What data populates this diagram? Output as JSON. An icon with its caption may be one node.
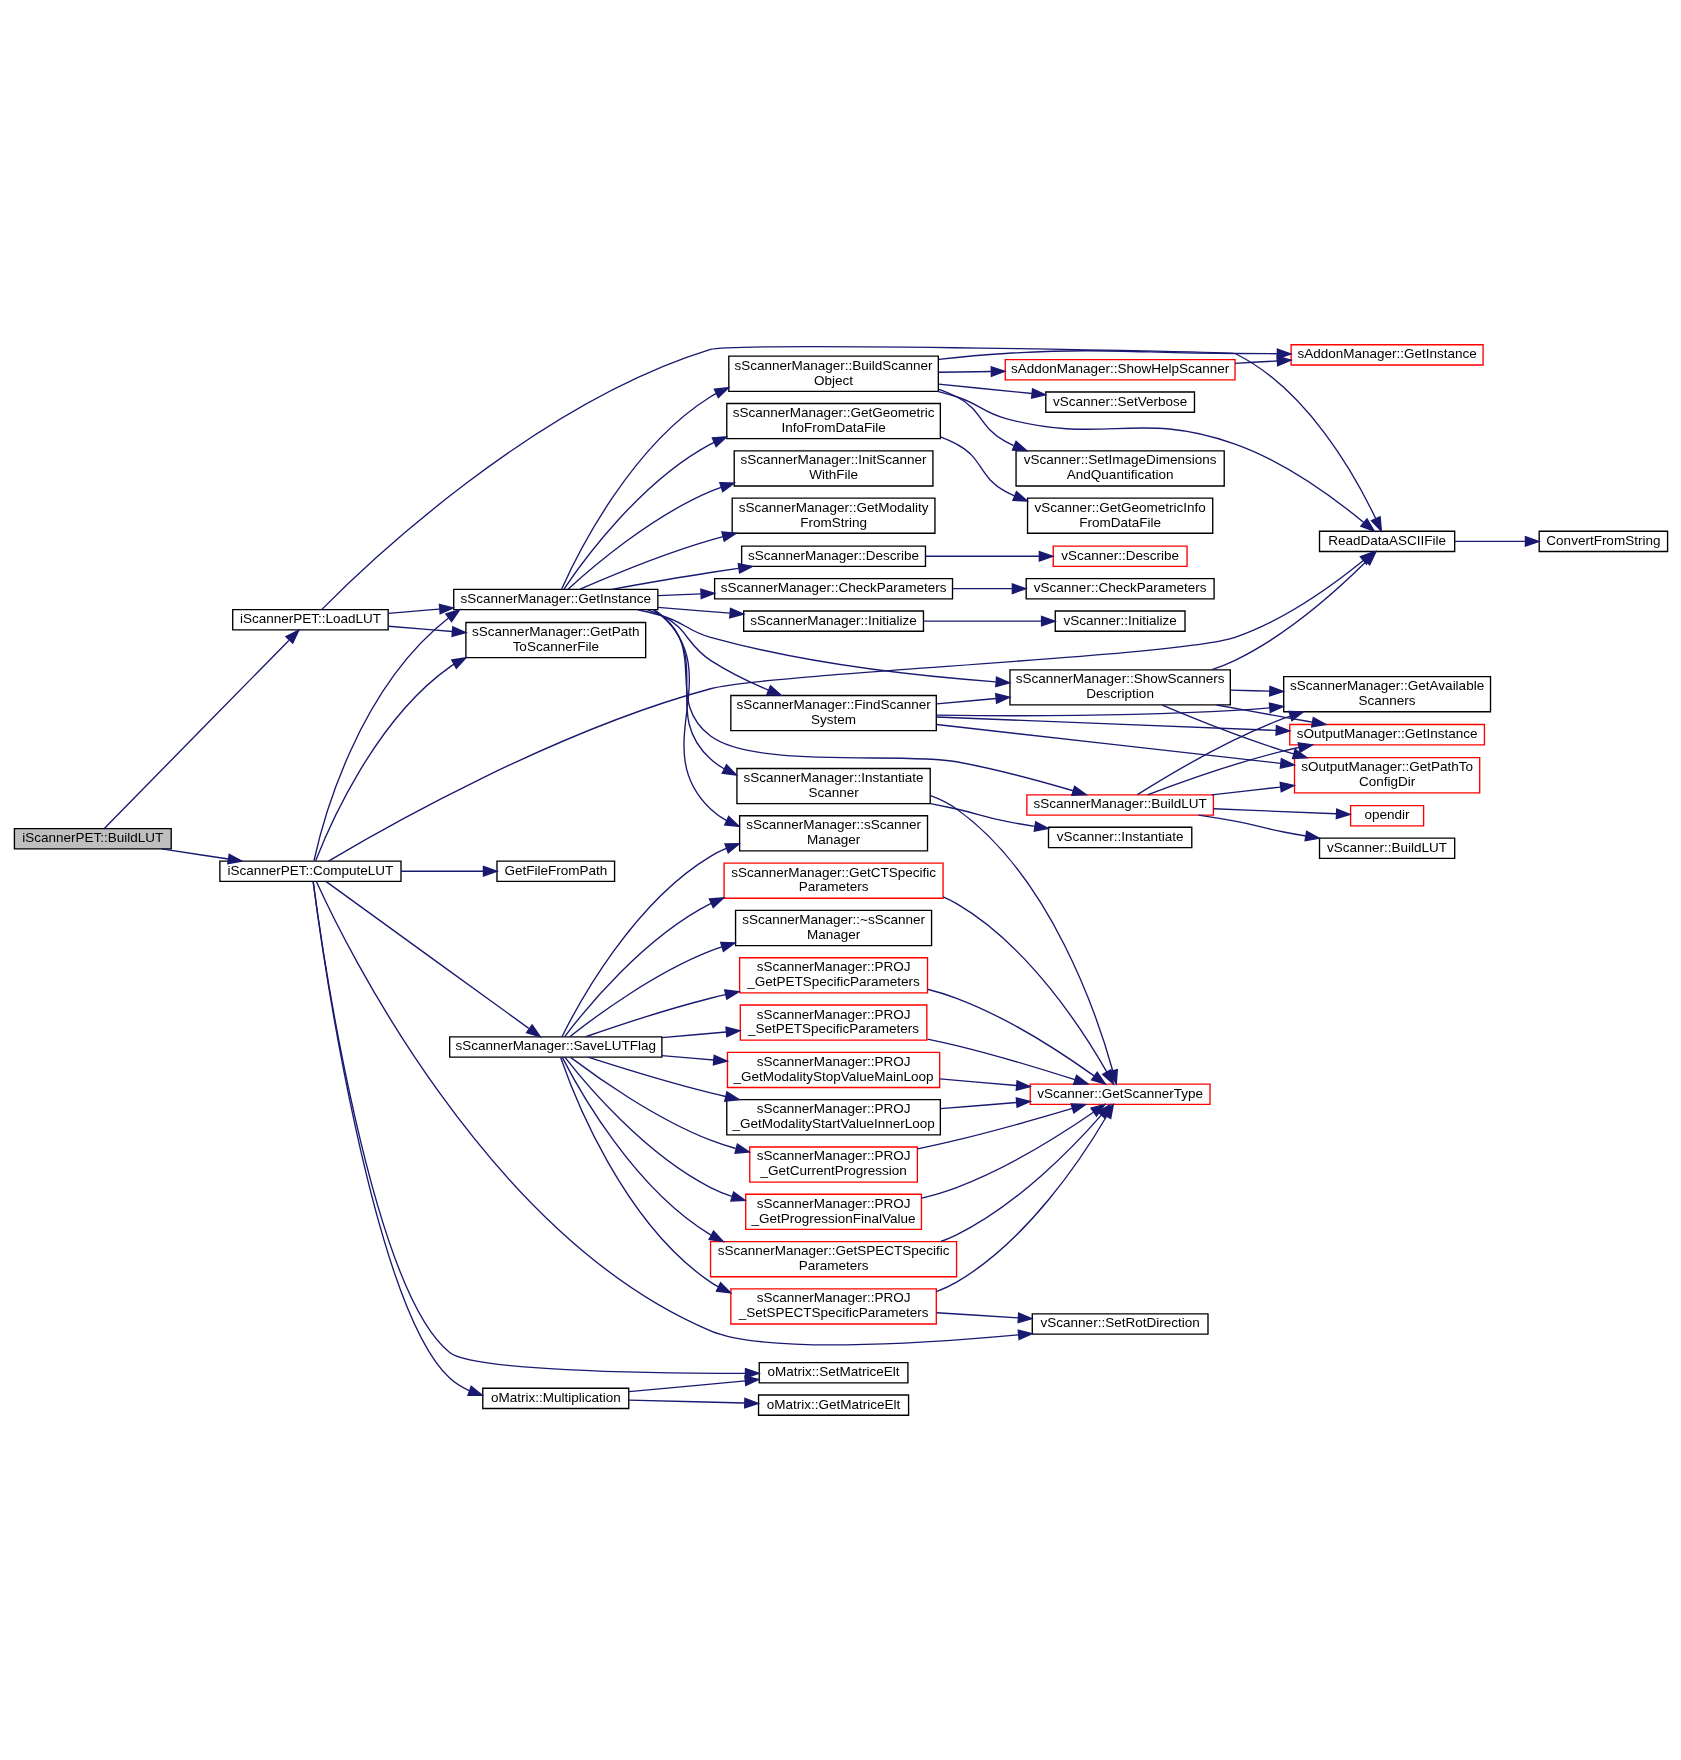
{
  "diagram": {
    "nodes": [
      {
        "text": [
          "iScannerPET::BuildLUT"
        ]
      },
      {
        "text": [
          "iScannerPET::LoadLUT"
        ]
      },
      {
        "text": [
          "iScannerPET::ComputeLUT"
        ]
      },
      {
        "text": [
          "sScannerManager::GetPath ToScannerFile"
        ]
      },
      {
        "text": [
          "sScannerManager::GetInstance"
        ]
      },
      {
        "text": [
          "ReadDataASCIIFile"
        ]
      },
      {
        "text": [
          "ConvertFromString"
        ]
      },
      {
        "text": [
          "sScannerManager::BuildScanner Object"
        ]
      },
      {
        "text": [
          "sAddonManager::ShowHelpScanner"
        ]
      },
      {
        "text": [
          "sAddonManager::GetInstance"
        ]
      },
      {
        "text": [
          "vScanner::SetVerbose"
        ]
      },
      {
        "text": [
          "vScanner::SetImageDimensions AndQuantification"
        ]
      },
      {
        "text": [
          "sScannerManager::InitScanner WithFile"
        ]
      },
      {
        "text": [
          "sScannerManager::GetModality FromString"
        ]
      },
      {
        "text": [
          "sScannerManager::GetGeometric InfoFromDataFile"
        ]
      },
      {
        "text": [
          "vScanner::GetGeometricInfo FromDataFile"
        ]
      },
      {
        "text": [
          "sScannerManager::Describe"
        ]
      },
      {
        "text": [
          "vScanner::Describe"
        ]
      },
      {
        "text": [
          "sScannerManager::CheckParameters"
        ]
      },
      {
        "text": [
          "vScanner::CheckParameters"
        ]
      },
      {
        "text": [
          "sScannerManager::Initialize"
        ]
      },
      {
        "text": [
          "vScanner::Initialize"
        ]
      },
      {
        "text": [
          "sScannerManager::FindScanner System"
        ]
      },
      {
        "text": [
          "sScannerManager::ShowScanners Description"
        ]
      },
      {
        "text": [
          "sOutputManager::GetPathTo ConfigDir"
        ]
      },
      {
        "text": [
          "sOutputManager::GetInstance"
        ]
      },
      {
        "text": [
          "sScannerManager::GetAvailable Scanners"
        ]
      },
      {
        "text": [
          "sScannerManager::BuildLUT"
        ]
      },
      {
        "text": [
          "opendir"
        ]
      },
      {
        "text": [
          "vScanner::BuildLUT"
        ]
      },
      {
        "text": [
          "sScannerManager::Instantiate Scanner"
        ]
      },
      {
        "text": [
          "vScanner::Instantiate"
        ]
      },
      {
        "text": [
          "sScannerManager::sScanner Manager"
        ]
      },
      {
        "text": [
          "sScannerManager::PROJ _GetCurrentProgression"
        ]
      },
      {
        "text": [
          "sScannerManager::PROJ _GetProgressionFinalValue"
        ]
      },
      {
        "text": [
          "sScannerManager::GetSPECTSpecific Parameters"
        ]
      },
      {
        "text": [
          "sScannerManager::GetCTSpecific Parameters"
        ]
      },
      {
        "text": [
          "sScannerManager::PROJ _GetPETSpecificParameters"
        ]
      },
      {
        "text": [
          "sScannerManager::PROJ _SetPETSpecificParameters"
        ]
      },
      {
        "text": [
          "sScannerManager::~sScanner Manager"
        ]
      },
      {
        "text": [
          "sScannerManager::PROJ _GetModalityStopValueMainLoop"
        ]
      },
      {
        "text": [
          "sScannerManager::PROJ _GetModalityStartValueInnerLoop"
        ]
      },
      {
        "text": [
          "sScannerManager::PROJ _SetSPECTSpecificParameters"
        ]
      },
      {
        "text": [
          "vScanner::GetScannerType"
        ]
      },
      {
        "text": [
          "vScanner::SetRotDirection"
        ]
      },
      {
        "text": [
          "sScannerManager::SaveLUTFlag"
        ]
      },
      {
        "text": [
          "oMatrix::SetMatriceElt"
        ]
      },
      {
        "text": [
          "oMatrix::Multiplication"
        ]
      },
      {
        "text": [
          "oMatrix::GetMatriceElt"
        ]
      },
      {
        "text": [
          "GetFileFromPath"
        ]
      }
    ],
    "edges": [
      {
        "from": 0,
        "to": 1,
        "arrow": "to"
      },
      {
        "from": 0,
        "to": 2,
        "arrow": "to"
      },
      {
        "from": 1,
        "to": 5,
        "arrow": "to"
      },
      {
        "from": 1,
        "to": 3,
        "arrow": "to"
      },
      {
        "from": 1,
        "to": 4,
        "arrow": "to"
      },
      {
        "from": 2,
        "to": 3,
        "arrow": "to"
      },
      {
        "from": 2,
        "to": 4,
        "arrow": "to"
      },
      {
        "from": 2,
        "to": 5,
        "arrow": "to"
      },
      {
        "from": 2,
        "to": 45,
        "arrow": "to"
      },
      {
        "from": 2,
        "to": 44,
        "arrow": "to"
      },
      {
        "from": 2,
        "to": 46,
        "arrow": "to"
      },
      {
        "from": 2,
        "to": 47,
        "arrow": "to"
      },
      {
        "from": 2,
        "to": 49,
        "arrow": "to"
      },
      {
        "from": 4,
        "to": 7,
        "arrow": "to"
      },
      {
        "from": 4,
        "to": 12,
        "arrow": "to"
      },
      {
        "from": 4,
        "to": 13,
        "arrow": "to"
      },
      {
        "from": 4,
        "to": 14,
        "arrow": "to"
      },
      {
        "from": 4,
        "to": 16,
        "arrow": "to"
      },
      {
        "from": 4,
        "to": 18,
        "arrow": "to"
      },
      {
        "from": 4,
        "to": 20,
        "arrow": "to"
      },
      {
        "from": 4,
        "to": 22,
        "arrow": "to"
      },
      {
        "from": 4,
        "to": 23,
        "arrow": "to"
      },
      {
        "from": 4,
        "to": 27,
        "arrow": "to"
      },
      {
        "from": 4,
        "to": 30,
        "arrow": "to"
      },
      {
        "from": 4,
        "to": 32,
        "arrow": "to"
      },
      {
        "from": 5,
        "to": 6,
        "arrow": "to"
      },
      {
        "from": 7,
        "to": 8,
        "arrow": "to"
      },
      {
        "from": 7,
        "to": 9,
        "arrow": "to"
      },
      {
        "from": 7,
        "to": 5,
        "arrow": "to"
      },
      {
        "from": 7,
        "to": 10,
        "arrow": "to"
      },
      {
        "from": 7,
        "to": 11,
        "arrow": "to"
      },
      {
        "from": 8,
        "to": 9,
        "arrow": "to"
      },
      {
        "from": 14,
        "to": 15,
        "arrow": "to"
      },
      {
        "from": 16,
        "to": 17,
        "arrow": "to"
      },
      {
        "from": 18,
        "to": 19,
        "arrow": "to"
      },
      {
        "from": 20,
        "to": 21,
        "arrow": "to"
      },
      {
        "from": 22,
        "to": 23,
        "arrow": "to"
      },
      {
        "from": 22,
        "to": 24,
        "arrow": "to"
      },
      {
        "from": 22,
        "to": 25,
        "arrow": "to"
      },
      {
        "from": 22,
        "to": 26,
        "arrow": "to"
      },
      {
        "from": 23,
        "to": 5,
        "arrow": "to"
      },
      {
        "from": 23,
        "to": 24,
        "arrow": "to"
      },
      {
        "from": 23,
        "to": 25,
        "arrow": "to"
      },
      {
        "from": 23,
        "to": 26,
        "arrow": "to"
      },
      {
        "from": 27,
        "to": 24,
        "arrow": "to"
      },
      {
        "from": 27,
        "to": 25,
        "arrow": "to"
      },
      {
        "from": 27,
        "to": 26,
        "arrow": "to"
      },
      {
        "from": 27,
        "to": 28,
        "arrow": "to"
      },
      {
        "from": 27,
        "to": 29,
        "arrow": "to"
      },
      {
        "from": 30,
        "to": 31,
        "arrow": "to"
      },
      {
        "from": 30,
        "to": 43,
        "arrow": "to"
      },
      {
        "from": 45,
        "to": 32,
        "arrow": "to"
      },
      {
        "from": 45,
        "to": 33,
        "arrow": "to"
      },
      {
        "from": 45,
        "to": 34,
        "arrow": "to"
      },
      {
        "from": 45,
        "to": 35,
        "arrow": "to"
      },
      {
        "from": 45,
        "to": 36,
        "arrow": "to"
      },
      {
        "from": 45,
        "to": 37,
        "arrow": "to"
      },
      {
        "from": 45,
        "to": 38,
        "arrow": "to"
      },
      {
        "from": 45,
        "to": 39,
        "arrow": "to"
      },
      {
        "from": 45,
        "to": 40,
        "arrow": "to"
      },
      {
        "from": 45,
        "to": 41,
        "arrow": "to"
      },
      {
        "from": 45,
        "to": 42,
        "arrow": "to"
      },
      {
        "from": 33,
        "to": 43,
        "arrow": "to"
      },
      {
        "from": 34,
        "to": 43,
        "arrow": "to"
      },
      {
        "from": 35,
        "to": 43,
        "arrow": "to"
      },
      {
        "from": 36,
        "to": 43,
        "arrow": "to"
      },
      {
        "from": 37,
        "to": 43,
        "arrow": "to"
      },
      {
        "from": 38,
        "to": 43,
        "arrow": "to"
      },
      {
        "from": 40,
        "to": 43,
        "arrow": "to"
      },
      {
        "from": 41,
        "to": 43,
        "arrow": "to"
      },
      {
        "from": 42,
        "to": 43,
        "arrow": "to"
      },
      {
        "from": 42,
        "to": 44,
        "arrow": "to"
      },
      {
        "from": 47,
        "to": 46,
        "arrow": "to"
      },
      {
        "from": 47,
        "to": 48,
        "arrow": "to"
      }
    ]
  }
}
